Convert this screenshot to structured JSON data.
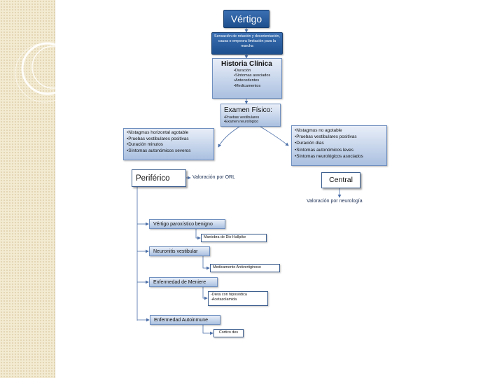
{
  "vertigo": {
    "title": "Vértigo",
    "description": "Sensación de rotación y desorientación, causa o empeora limitación para la marcha"
  },
  "historia": {
    "title": "Historia Clínica",
    "items": [
      "•Duración",
      "•Síntomas asociados",
      "•Antecedentes",
      "•Medicamentos"
    ]
  },
  "examen": {
    "title": "Examen Físico:",
    "items": [
      "•Pruebas vestibulares",
      "•Examen neurológico"
    ]
  },
  "periferico_criteria": [
    "•Nistagmus horizontal agotable",
    "•Pruebas vestibulares positivas",
    "•Duración minutos",
    "•Síntomas autonómicos severos"
  ],
  "central_criteria": [
    "•Nistagmus no agotable",
    "•Pruebas vestibulares positivas",
    "•Duración días",
    "•Síntomas autonómicos leves",
    "•Síntomas neurológicos asociados"
  ],
  "periferico": {
    "title": "Periférico",
    "evaluation": "Valoración por ORL"
  },
  "central": {
    "title": "Central",
    "evaluation": "Valoración por neurología"
  },
  "diagnoses": [
    {
      "name": "Vértigo paroxístico benigno",
      "treatment": [
        "Maniobra de Dix-Hallpike"
      ]
    },
    {
      "name": "Neuronitis vestibular",
      "treatment": [
        "Medicamento Antivertiginoso"
      ]
    },
    {
      "name": "Enfermedad de Meniere",
      "treatment": [
        "-Dieta con hiposódica",
        "-Acetazolamida"
      ]
    },
    {
      "name": "Enfermedad Autoinmune",
      "treatment": [
        "Cortico des"
      ]
    }
  ],
  "colors": {
    "dark_box": "#2b5fa0",
    "light_box": "#c5d4ec",
    "sidebar": "#f3ead2",
    "connector": "#4a6ea8"
  }
}
